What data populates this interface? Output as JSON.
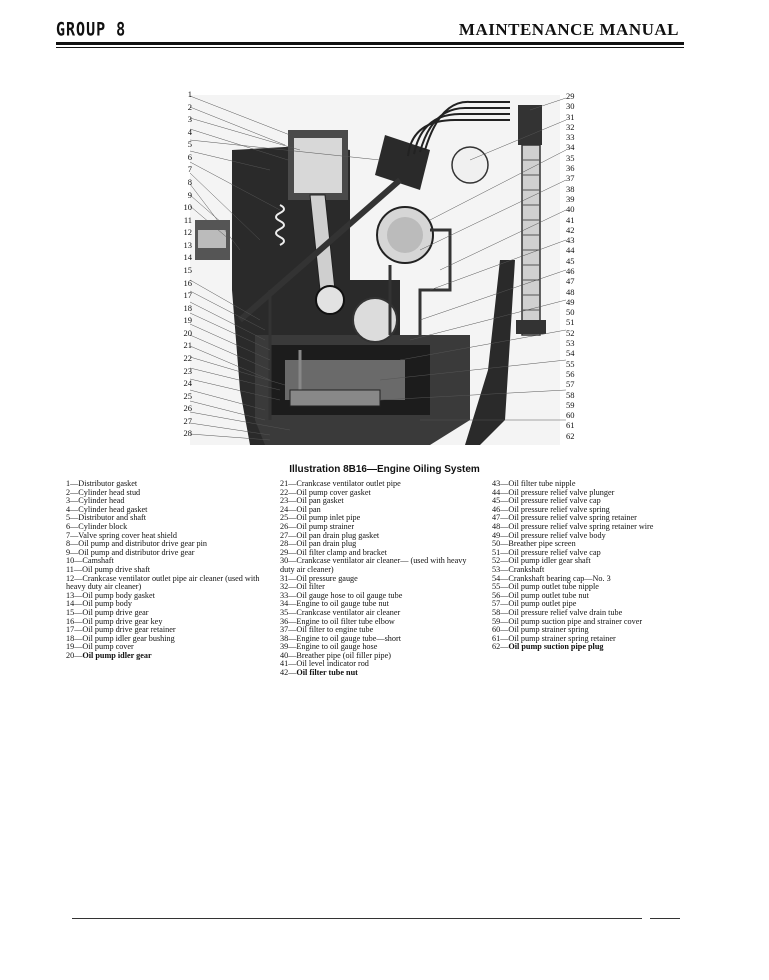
{
  "header": {
    "group": "GROUP 8",
    "title": "MAINTENANCE MANUAL"
  },
  "figure": {
    "caption": "Illustration 8B16—Engine Oiling System",
    "left_callouts": [
      "1",
      "2",
      "3",
      "4",
      "5",
      "6",
      "7",
      "8",
      "9",
      "10",
      "11",
      "12",
      "13",
      "14",
      "15",
      "16",
      "17",
      "18",
      "19",
      "20",
      "21",
      "22",
      "23",
      "24",
      "25",
      "26",
      "27",
      "28"
    ],
    "right_callouts": [
      "29",
      "30",
      "31",
      "32",
      "33",
      "34",
      "35",
      "36",
      "37",
      "38",
      "39",
      "40",
      "41",
      "42",
      "43",
      "44",
      "45",
      "46",
      "47",
      "48",
      "49",
      "50",
      "51",
      "52",
      "53",
      "54",
      "55",
      "56",
      "57",
      "58",
      "59",
      "60",
      "61",
      "62"
    ]
  },
  "legend": {
    "col1": [
      {
        "num": "1",
        "text": "Distributor gasket"
      },
      {
        "num": "2",
        "text": "Cylinder head stud"
      },
      {
        "num": "3",
        "text": "Cylinder head"
      },
      {
        "num": "4",
        "text": "Cylinder head gasket"
      },
      {
        "num": "5",
        "text": "Distributor and shaft"
      },
      {
        "num": "6",
        "text": "Cylinder block"
      },
      {
        "num": "7",
        "text": "Valve spring cover heat shield"
      },
      {
        "num": "8",
        "text": "Oil pump and distributor drive gear pin"
      },
      {
        "num": "9",
        "text": "Oil pump and distributor drive gear"
      },
      {
        "num": "10",
        "text": "Camshaft"
      },
      {
        "num": "11",
        "text": "Oil pump drive shaft"
      },
      {
        "num": "12",
        "text": "Crankcase ventilator outlet pipe air cleaner (used with heavy duty air cleaner)"
      },
      {
        "num": "13",
        "text": "Oil pump body gasket"
      },
      {
        "num": "14",
        "text": "Oil pump body"
      },
      {
        "num": "15",
        "text": "Oil pump drive gear"
      },
      {
        "num": "16",
        "text": "Oil pump drive gear key"
      },
      {
        "num": "17",
        "text": "Oil pump drive gear retainer"
      },
      {
        "num": "18",
        "text": "Oil pump idler gear bushing"
      },
      {
        "num": "19",
        "text": "Oil pump cover"
      },
      {
        "num": "20",
        "text": "Oil pump idler gear"
      }
    ],
    "col2": [
      {
        "num": "21",
        "text": "Crankcase ventilator outlet pipe"
      },
      {
        "num": "22",
        "text": "Oil pump cover gasket"
      },
      {
        "num": "23",
        "text": "Oil pan gasket"
      },
      {
        "num": "24",
        "text": "Oil pan"
      },
      {
        "num": "25",
        "text": "Oil pump inlet pipe"
      },
      {
        "num": "26",
        "text": "Oil pump strainer"
      },
      {
        "num": "27",
        "text": "Oil pan drain plug gasket"
      },
      {
        "num": "28",
        "text": "Oil pan drain plug"
      },
      {
        "num": "29",
        "text": "Oil filter clamp and bracket"
      },
      {
        "num": "30",
        "text": "Crankcase ventilator air cleaner— (used with heavy duty air cleaner)"
      },
      {
        "num": "31",
        "text": "Oil pressure gauge"
      },
      {
        "num": "32",
        "text": "Oil filter"
      },
      {
        "num": "33",
        "text": "Oil gauge hose to oil gauge tube"
      },
      {
        "num": "34",
        "text": "Engine to oil gauge tube nut"
      },
      {
        "num": "35",
        "text": "Crankcase ventilator air cleaner"
      },
      {
        "num": "36",
        "text": "Engine to oil filter tube elbow"
      },
      {
        "num": "37",
        "text": "Oil filter to engine tube"
      },
      {
        "num": "38",
        "text": "Engine to oil gauge tube—short"
      },
      {
        "num": "39",
        "text": "Engine to oil gauge hose"
      },
      {
        "num": "40",
        "text": "Breather pipe (oil filler pipe)"
      },
      {
        "num": "41",
        "text": "Oil level indicator rod"
      },
      {
        "num": "42",
        "text": "Oil filter tube nut"
      }
    ],
    "col3": [
      {
        "num": "43",
        "text": "Oil filter tube nipple"
      },
      {
        "num": "44",
        "text": "Oil pressure relief valve plunger"
      },
      {
        "num": "45",
        "text": "Oil pressure relief valve cap"
      },
      {
        "num": "46",
        "text": "Oil pressure relief valve spring"
      },
      {
        "num": "47",
        "text": "Oil pressure relief valve spring retainer"
      },
      {
        "num": "48",
        "text": "Oil pressure relief valve spring retainer wire"
      },
      {
        "num": "49",
        "text": "Oil pressure relief valve body"
      },
      {
        "num": "50",
        "text": "Breather pipe screen"
      },
      {
        "num": "51",
        "text": "Oil pressure relief valve cap"
      },
      {
        "num": "52",
        "text": "Oil pump idler gear shaft"
      },
      {
        "num": "53",
        "text": "Crankshaft"
      },
      {
        "num": "54",
        "text": "Crankshaft bearing cap—No. 3"
      },
      {
        "num": "55",
        "text": "Oil pump outlet tube nipple"
      },
      {
        "num": "56",
        "text": "Oil pump outlet tube nut"
      },
      {
        "num": "57",
        "text": "Oil pump outlet pipe"
      },
      {
        "num": "58",
        "text": "Oil pressure relief valve drain tube"
      },
      {
        "num": "59",
        "text": "Oil pump suction pipe and strainer cover"
      },
      {
        "num": "60",
        "text": "Oil pump strainer spring"
      },
      {
        "num": "61",
        "text": "Oil pump strainer spring retainer"
      },
      {
        "num": "62",
        "text": "Oil pump suction pipe plug"
      }
    ]
  }
}
